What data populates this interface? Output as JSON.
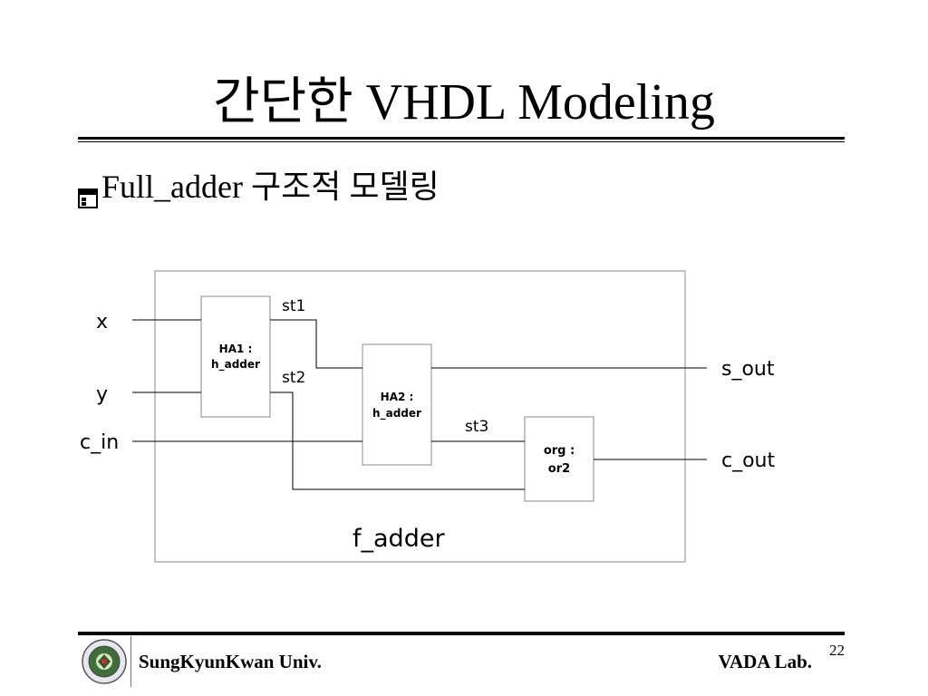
{
  "slide": {
    "title": "간단한 VHDL Modeling",
    "bullet": "Full_adder 구조적 모델링",
    "page_number": "22"
  },
  "diagram": {
    "inputs": {
      "x": "x",
      "y": "y",
      "c_in": "c_in"
    },
    "outputs": {
      "s_out": "s_out",
      "c_out": "c_out"
    },
    "signals": {
      "st1": "st1",
      "st2": "st2",
      "st3": "st3"
    },
    "blocks": {
      "ha1_line1": "HA1 :",
      "ha1_line2": "h_adder",
      "ha2_line1": "HA2 :",
      "ha2_line2": "h_adder",
      "org_line1": "org :",
      "org_line2": "or2"
    },
    "entity_name": "f_adder"
  },
  "footer": {
    "left": "SungKyunKwan Univ.",
    "right": "VADA Lab."
  },
  "colors": {
    "line": "#000000",
    "box_border": "#888888"
  }
}
